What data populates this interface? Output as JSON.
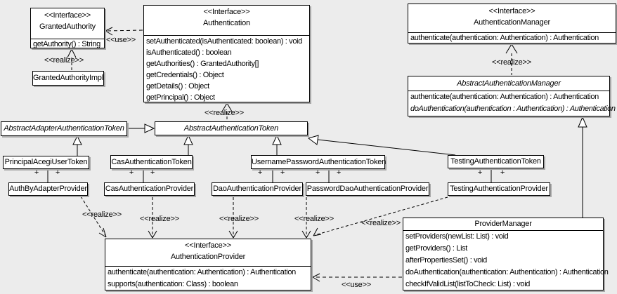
{
  "diagram": {
    "background_color": "#ececec",
    "box_fill": "#ffffff",
    "border_color": "#000000",
    "shadow_color": "#a9a9a9"
  },
  "labels": {
    "use_top": "<<use>>",
    "use_bottom": "<<use>>",
    "realize_granted": "<<realize>>",
    "realize_token": "<<realize>>",
    "realize_manager": "<<realize>>",
    "realize_auth_by_adapter": "<<realize>>",
    "realize_cas": "<<realize>>",
    "realize_dao": "<<realize>>",
    "realize_password_dao": "<<realize>>",
    "realize_testing": "<<realize>>",
    "plus": "+"
  },
  "classes": {
    "granted_authority": {
      "stereotype": "<<Interface>>",
      "name": "GrantedAuthority",
      "methods": [
        "getAuthority() : String"
      ]
    },
    "granted_authority_impl": {
      "name": "GrantedAuthorityImpl"
    },
    "authentication": {
      "stereotype": "<<Interface>>",
      "name": "Authentication",
      "methods": [
        "setAuthenticated(isAuthenticated: boolean) : void",
        "isAuthenticated() : boolean",
        "getAuthorities() : GrantedAuthority[]",
        "getCredentials() : Object",
        "getDetails() : Object",
        "getPrincipal() : Object"
      ]
    },
    "authentication_manager": {
      "stereotype": "<<Interface>>",
      "name": "AuthenticationManager",
      "methods": [
        "authenticate(authentication: Authentication) : Authentication"
      ]
    },
    "abstract_authentication_manager": {
      "name": "AbstractAuthenticationManager",
      "methods": [
        "authenticate(authentication: Authentication) : Authentication",
        "doAuthentication(authentication : Authentication) : Authentication"
      ]
    },
    "abstract_adapter_authentication_token": {
      "name": "AbstractAdapterAuthenticationToken"
    },
    "abstract_authentication_token": {
      "name": "AbstractAuthenticationToken"
    },
    "principal_acegi_user_token": {
      "name": "PrincipalAcegiUserToken"
    },
    "cas_authentication_token": {
      "name": "CasAuthenticationToken"
    },
    "username_password_authentication_token": {
      "name": "UsernamePasswordAuthenticationToken"
    },
    "testing_authentication_token": {
      "name": "TestingAuthenticationToken"
    },
    "auth_by_adapter_provider": {
      "name": "AuthByAdapterProvider"
    },
    "cas_authentication_provider": {
      "name": "CasAuthenticationProvider"
    },
    "dao_authentication_provider": {
      "name": "DaoAuthenticationProvider"
    },
    "password_dao_authentication_provider": {
      "name": "PasswordDaoAuthenticationProvider"
    },
    "testing_authentication_provider": {
      "name": "TestingAuthenticationProvider"
    },
    "authentication_provider": {
      "stereotype": "<<Interface>>",
      "name": "AuthenticationProvider",
      "methods": [
        "authenticate(authentication: Authentication) : Authentication",
        "supports(authentication: Class) : boolean"
      ]
    },
    "provider_manager": {
      "name": "ProviderManager",
      "methods": [
        "setProviders(newList: List) : void",
        "getProviders() : List",
        "afterPropertiesSet() : void",
        "doAuthentication(authentication: Authentication) : Authentication",
        "checkIfValidList(listToCheck: List) : void"
      ]
    }
  }
}
